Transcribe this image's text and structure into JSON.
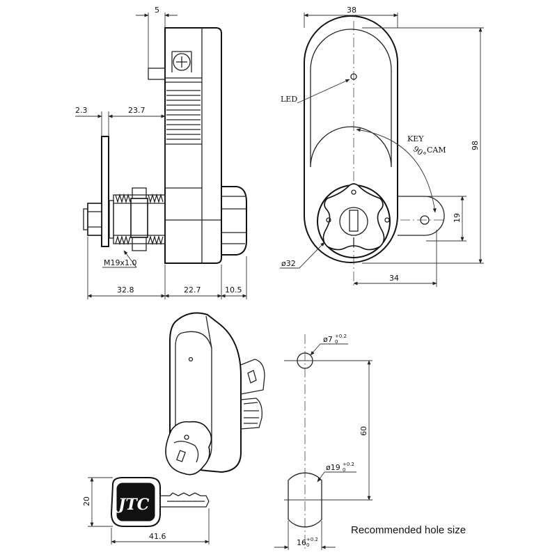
{
  "side_view": {
    "dims": {
      "top_offset": "5",
      "washer_thk": "2.3",
      "body_to_cam": "23.7",
      "thread": "M19x1.0",
      "left_len": "32.8",
      "body_depth": "22.7",
      "knob_depth": "10.5"
    }
  },
  "front_view": {
    "dims": {
      "width": "38",
      "height": "98",
      "cam_height": "19",
      "cam_reach": "34",
      "diameter": "ø32"
    },
    "labels": {
      "led": "LED",
      "key": "KEY",
      "cam": "CAM",
      "angle": "90°"
    }
  },
  "key": {
    "dims": {
      "height": "20",
      "length": "41.6"
    },
    "logo": "JTC"
  },
  "hole": {
    "small_hole": {
      "base": "ø7",
      "tol_upper": "+0.2",
      "tol_lower": "0"
    },
    "large_hole": {
      "base": "ø19",
      "tol_upper": "+0.2",
      "tol_lower": "0"
    },
    "flat_width": {
      "base": "16",
      "tol_upper": "+0.2",
      "tol_lower": "0"
    },
    "spacing": "60",
    "caption": "Recommended hole size"
  }
}
